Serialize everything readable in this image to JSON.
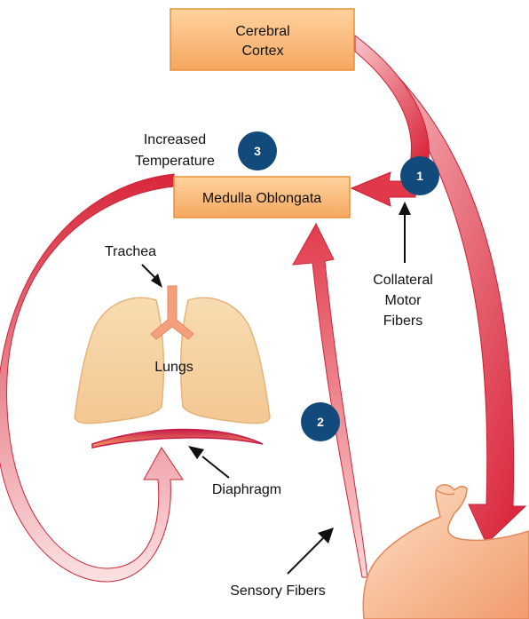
{
  "boxes": {
    "cortex_line1": "Cerebral",
    "cortex_line2": "Cortex",
    "medulla": "Medulla Oblongata"
  },
  "labels": {
    "increased_line1": "Increased",
    "increased_line2": "Temperature",
    "collateral_line1": "Collateral",
    "collateral_line2": "Motor",
    "collateral_line3": "Fibers",
    "trachea": "Trachea",
    "lungs": "Lungs",
    "diaphragm": "Diaphragm",
    "sensory": "Sensory Fibers"
  },
  "badges": {
    "one": "1",
    "two": "2",
    "three": "3"
  },
  "colors": {
    "box_fill": "#f8b878",
    "arrow_red": "#e0394a",
    "arrow_pink": "#f6c4c4",
    "badge": "#134a7c",
    "lung": "#f7d3a5",
    "skin": "#f5b07e"
  }
}
